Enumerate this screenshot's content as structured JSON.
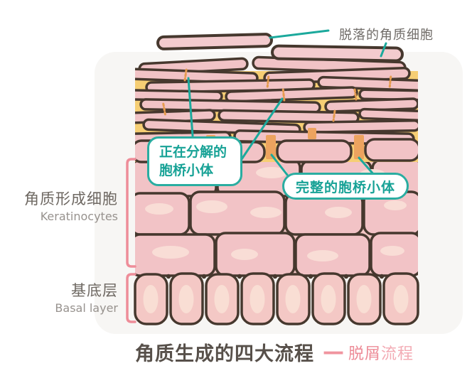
{
  "labels": {
    "shed_cells": "脱落的角质细胞",
    "keratinocytes_zh": "角质形成细胞",
    "keratinocytes_en": "Keratinocytes",
    "basal_zh": "基底层",
    "basal_en": "Basal layer"
  },
  "callouts": {
    "decomposing_line1": "正在分解的",
    "decomposing_line2": "胞桥小体",
    "intact": "完整的胞桥小体"
  },
  "caption": {
    "title": "角质生成的四大流程",
    "legend_dash": "—",
    "legend_part1": "脱屑",
    "legend_part2": "流程"
  },
  "colors": {
    "teal_accent": "#1ba99c",
    "bubble_border_teal": "#2aada1",
    "bubble_text_teal": "#17a296",
    "bracket_pink": "#ee8d99",
    "corneum_yellow": "#f6ce74",
    "cell_pink": "#f2c3c6",
    "cell_highlight_pink": "#f9ddd6",
    "outline_brown": "#46382e",
    "desmosome_orange": "#eca35f",
    "caption_dark": "#57504a",
    "legend_pink_dark": "#ed8b97",
    "legend_pink_light": "#f3abb4",
    "label_gray": "#6e6862",
    "label_gray_light": "#97928e",
    "panel_gray": "#f7f6f4"
  }
}
